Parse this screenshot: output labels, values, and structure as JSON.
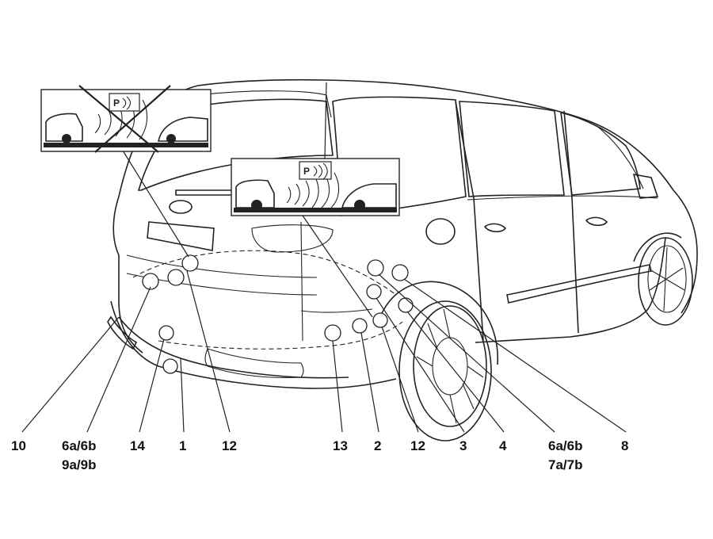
{
  "callouts": {
    "c10": "10",
    "c6a6b_left_1": "6a/6b",
    "c6a6b_left_2": "9a/9b",
    "c14": "14",
    "c1": "1",
    "c12_left": "12",
    "c13": "13",
    "c2": "2",
    "c12_right": "12",
    "c3": "3",
    "c4": "4",
    "c6a6b_right_1": "6a/6b",
    "c6a6b_right_2": "7a/7b",
    "c8": "8"
  },
  "insets": {
    "crossed": {
      "icon": "parking-sensor-icon",
      "sensor_label": "P"
    },
    "active": {
      "icon": "parking-sensor-icon",
      "sensor_label": "P"
    }
  },
  "colors": {
    "line": "#222222",
    "background": "#ffffff"
  }
}
